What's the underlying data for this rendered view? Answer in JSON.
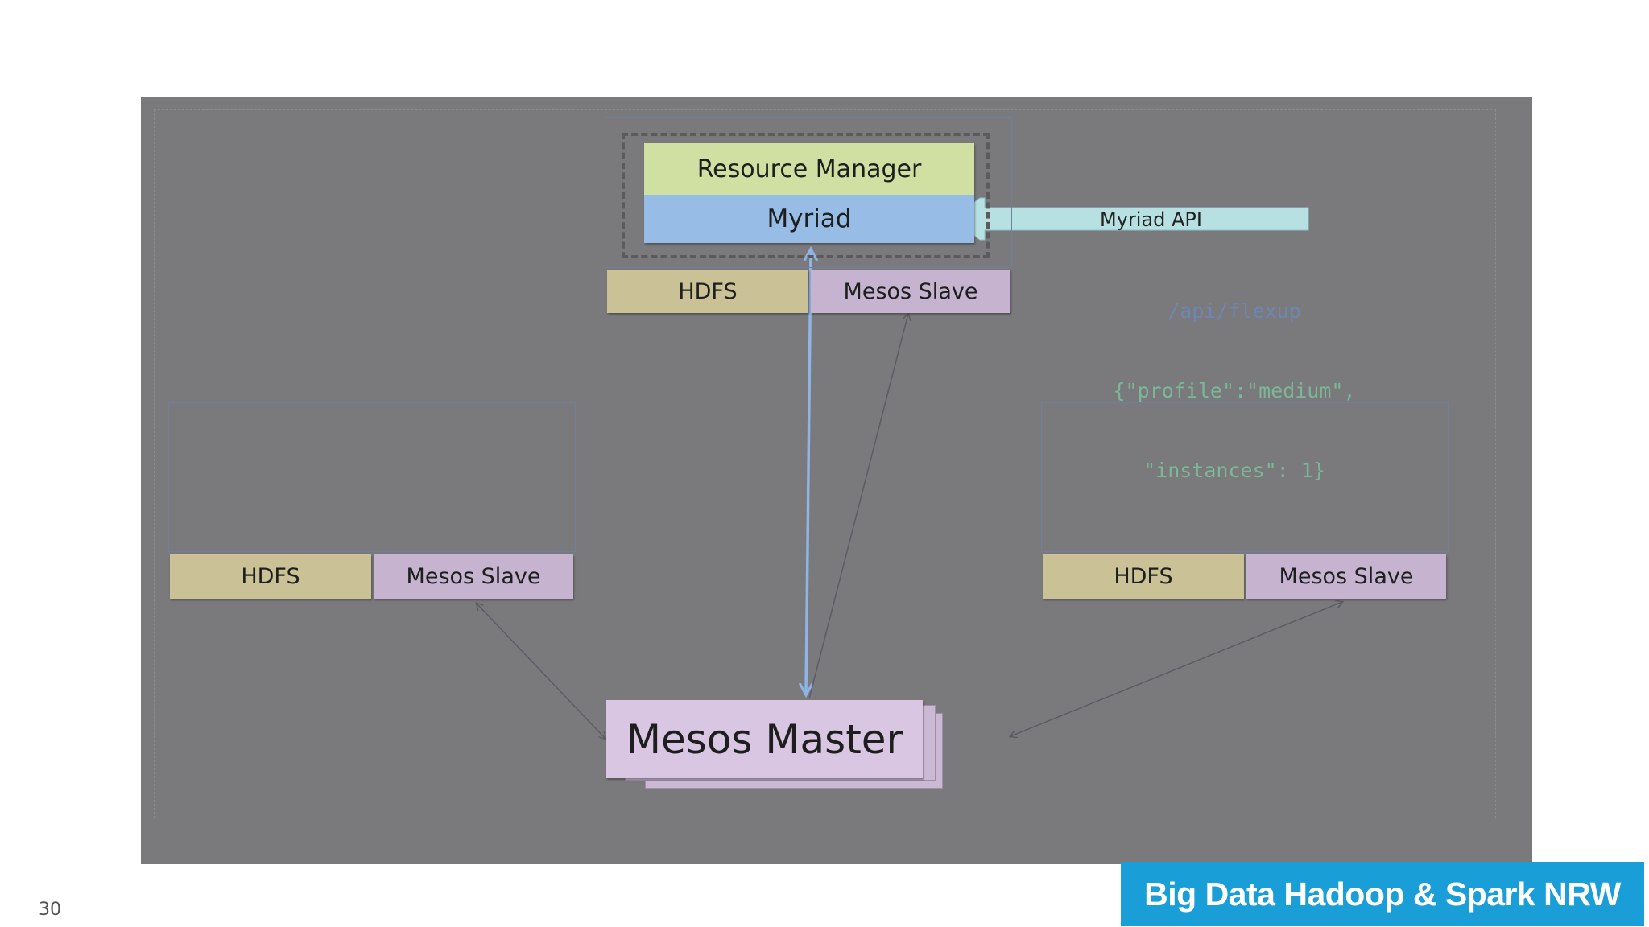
{
  "slide": {
    "page_number": "30",
    "brand": "Big Data Hadoop & Spark NRW"
  },
  "diagram": {
    "top_node": {
      "resource_manager": "Resource Manager",
      "myriad": "Myriad",
      "hdfs": "HDFS",
      "mesos_slave": "Mesos Slave"
    },
    "left_node": {
      "hdfs": "HDFS",
      "mesos_slave": "Mesos Slave"
    },
    "right_node": {
      "hdfs": "HDFS",
      "mesos_slave": "Mesos Slave"
    },
    "master": "Mesos Master",
    "api": {
      "label": "Myriad API",
      "code_line1": "/api/flexup",
      "code_line2": "{\"profile\":\"medium\",",
      "code_line3": "\"instances\": 1}"
    }
  },
  "colors": {
    "background": "#7a797b",
    "hdfs": "#cbc197",
    "mesos_slave": "#c6b3d0",
    "resource_manager": "#cfe0a2",
    "myriad": "#97bce6",
    "mesos_master": "#d9c6e2",
    "api_arrow": "#b6e0e2",
    "brand": "#1a9ed7"
  }
}
